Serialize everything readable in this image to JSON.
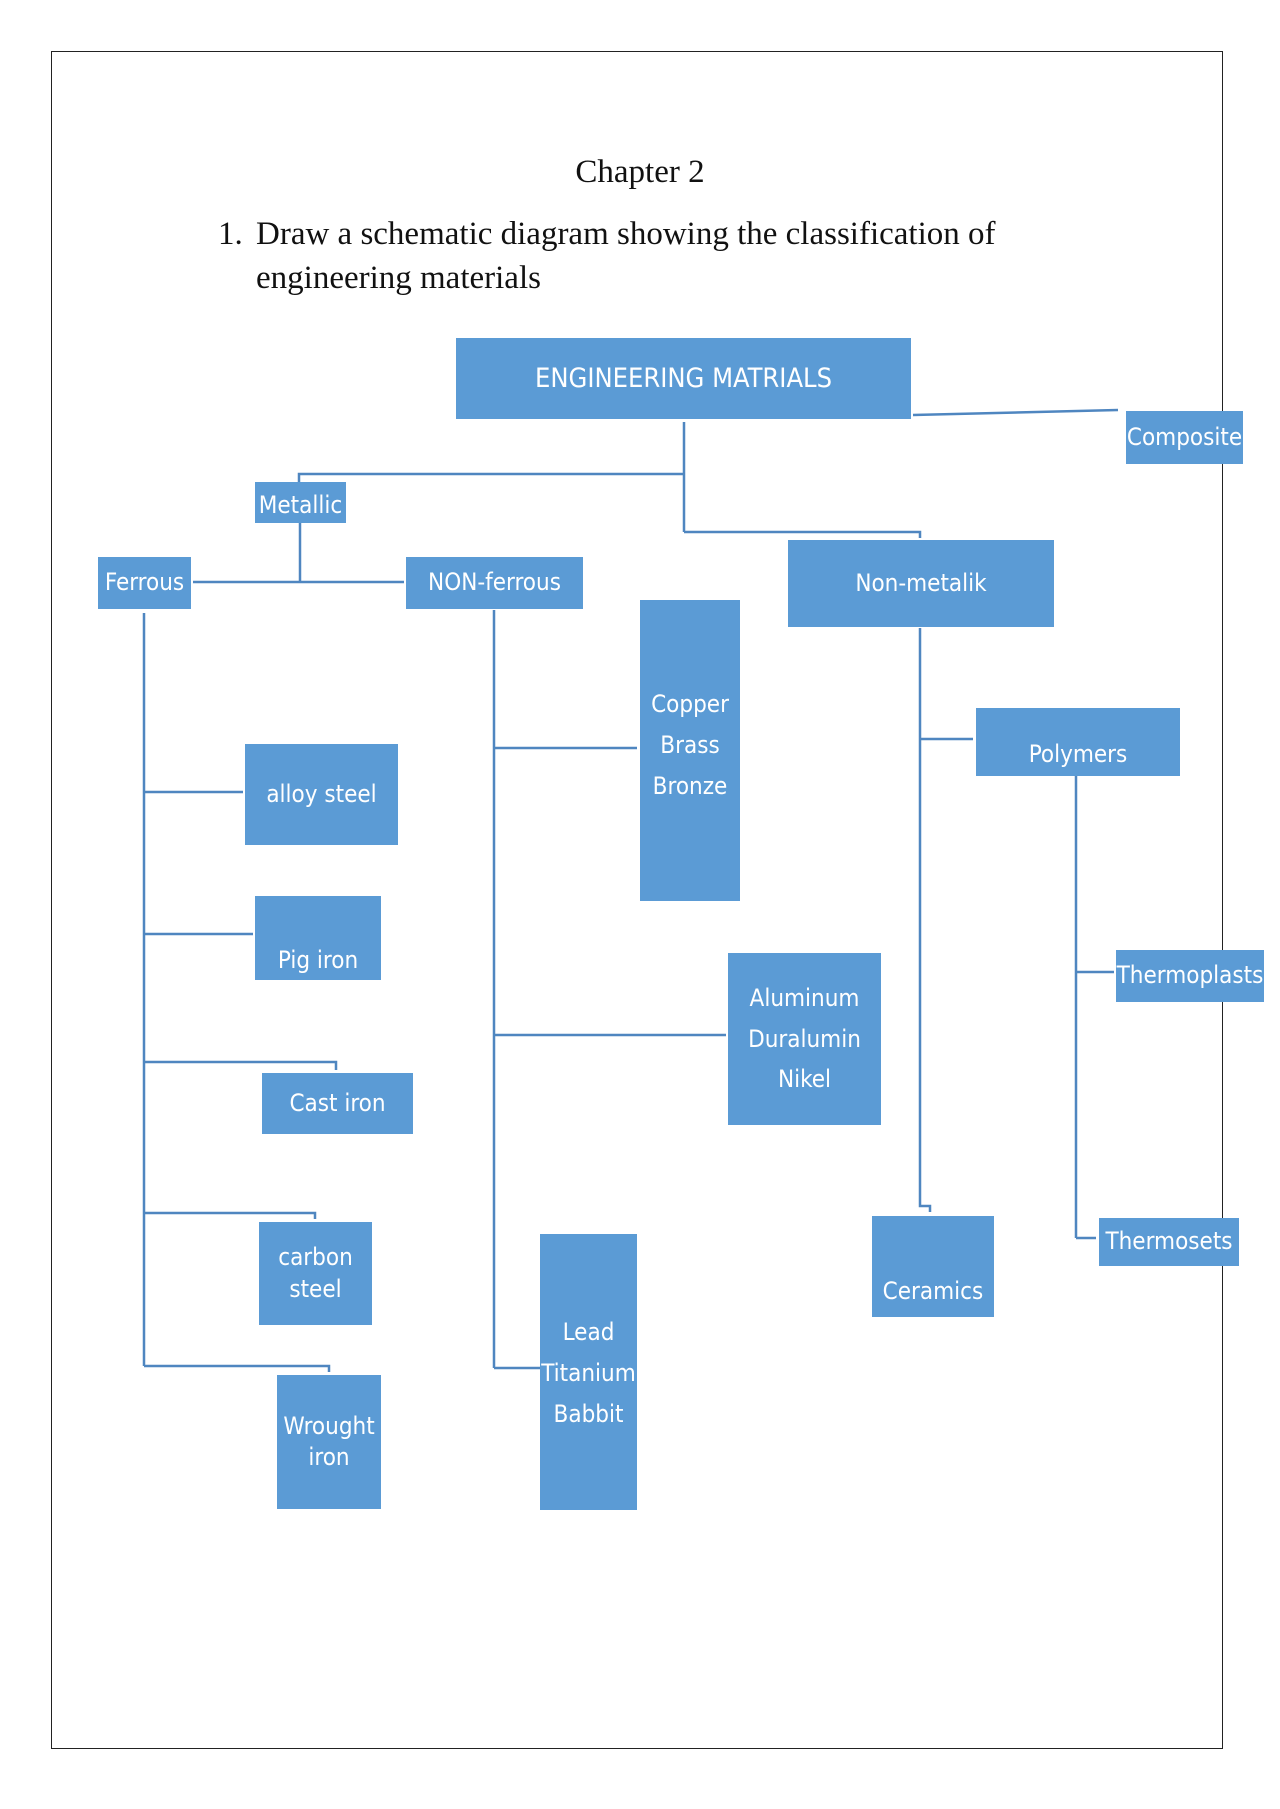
{
  "header": {
    "chapter": "Chapter 2",
    "question_number": "1.",
    "question_text": "Draw a schematic diagram showing the classification of engineering materials"
  },
  "diagram": {
    "root": "ENGINEERING MATRIALS",
    "composite": "Composite",
    "metallic": "Metallic",
    "ferrous": "Ferrous",
    "non_ferrous": "NON-ferrous",
    "non_metallic": "Non-metalik",
    "ferrous_items": {
      "alloy_steel": "alloy steel",
      "pig_iron": "Pig iron",
      "cast_iron": "Cast iron",
      "carbon_steel": [
        "carbon",
        "steel"
      ],
      "wrought_iron": [
        "Wrought",
        "iron"
      ]
    },
    "non_ferrous_groups": {
      "copper_group": [
        "Copper",
        "Brass",
        "Bronze"
      ],
      "aluminum_group": [
        "Aluminum",
        "Duralumin",
        "Nikel"
      ],
      "lead_group": [
        "Lead",
        "Titanium",
        "Babbit"
      ]
    },
    "non_metallic_items": {
      "polymers": "Polymers",
      "ceramics": "Ceramics",
      "thermoplasts": "Thermoplasts",
      "thermosets": "Thermosets"
    },
    "colors": {
      "box_fill": "#5b9bd5",
      "connector": "#4f86c0",
      "box_text": "#ffffff"
    }
  }
}
